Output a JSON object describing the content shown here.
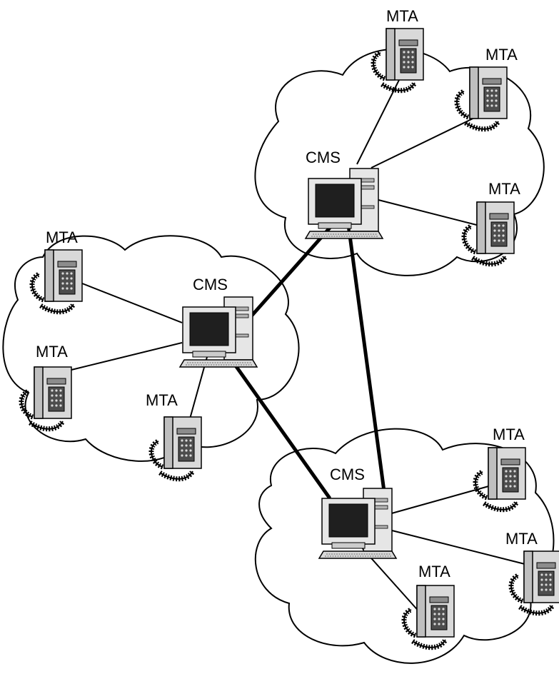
{
  "diagram": {
    "nodes": {
      "cms_top": {
        "label": "CMS"
      },
      "cms_left": {
        "label": "CMS"
      },
      "cms_bottom": {
        "label": "CMS"
      },
      "mta_top1": {
        "label": "MTA"
      },
      "mta_top2": {
        "label": "MTA"
      },
      "mta_top3": {
        "label": "MTA"
      },
      "mta_left1": {
        "label": "MTA"
      },
      "mta_left2": {
        "label": "MTA"
      },
      "mta_left3": {
        "label": "MTA"
      },
      "mta_bottom1": {
        "label": "MTA"
      },
      "mta_bottom2": {
        "label": "MTA"
      },
      "mta_bottom3": {
        "label": "MTA"
      }
    }
  }
}
